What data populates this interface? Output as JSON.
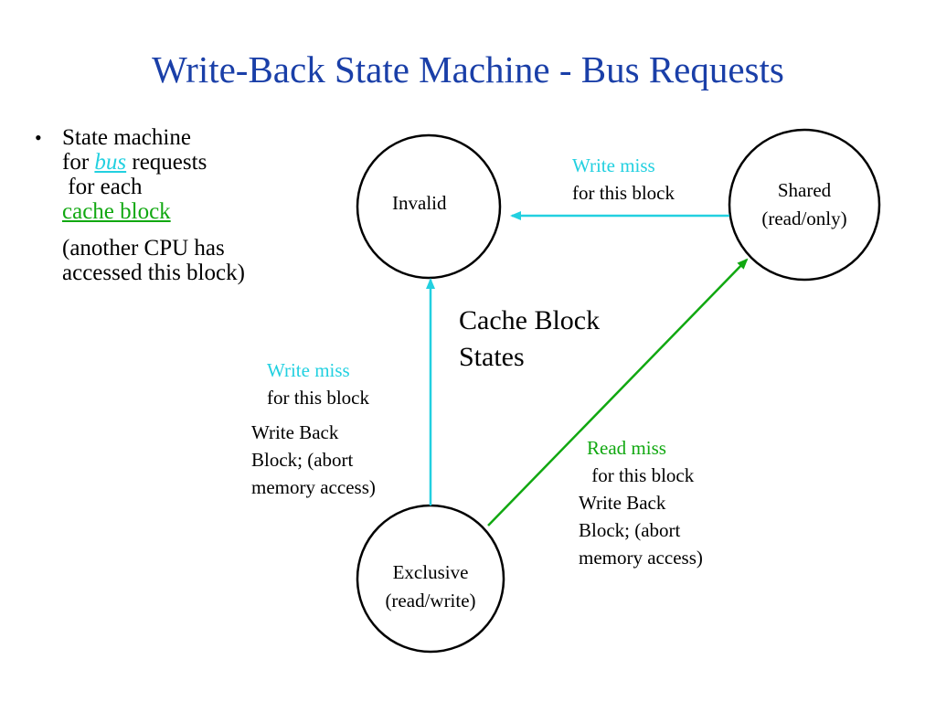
{
  "title": "Write-Back State Machine - Bus Requests",
  "bullet": {
    "line1": "State machine",
    "line2_pre": "for ",
    "line2_link": "bus",
    "line2_post": " requests",
    "line3": " for each",
    "line4_link": "cache block",
    "sub_line1": "(another CPU has",
    "sub_line2": "accessed this block)"
  },
  "states": {
    "invalid": "Invalid",
    "shared_line1": "Shared",
    "shared_line2": "(read/only)",
    "exclusive_line1": "Exclusive",
    "exclusive_line2": "(read/write)"
  },
  "center_label": {
    "line1": "Cache Block",
    "line2": "States"
  },
  "transitions": {
    "shared_to_invalid": {
      "event": "Write miss",
      "detail": "for this block"
    },
    "exclusive_to_invalid": {
      "event": "Write miss",
      "detail": "for this block",
      "action_line1": "Write Back",
      "action_line2": "Block; (abort",
      "action_line3": "memory access)"
    },
    "exclusive_to_shared": {
      "event": "Read miss",
      "detail": " for this block",
      "action_line1": "Write Back",
      "action_line2": "Block; (abort",
      "action_line3": "memory access)"
    }
  },
  "colors": {
    "title": "#1a3fa8",
    "write_miss_arrow": "#22d0e0",
    "read_miss_arrow": "#11a811"
  }
}
